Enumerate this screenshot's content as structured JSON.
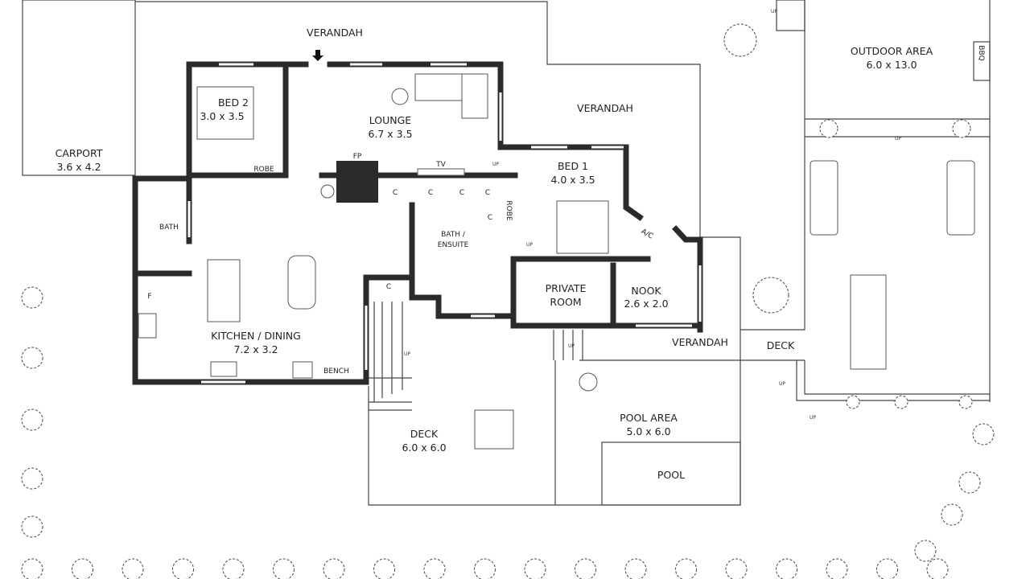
{
  "plan": {
    "rooms": {
      "carport": {
        "name": "CARPORT",
        "size": "3.6 x 4.2"
      },
      "bed2": {
        "name": "BED 2",
        "size": "3.0 x 3.5"
      },
      "lounge": {
        "name": "LOUNGE",
        "size": "6.7 x 3.5"
      },
      "bed1": {
        "name": "BED 1",
        "size": "4.0 x 3.5"
      },
      "kitchen": {
        "name": "KITCHEN / DINING",
        "size": "7.2 x 3.2"
      },
      "private": {
        "name1": "PRIVATE",
        "name2": "ROOM"
      },
      "nook": {
        "name": "NOOK",
        "size": "2.6 x 2.0"
      },
      "deck": {
        "name": "DECK",
        "size": "6.0 x 6.0"
      },
      "pool_area": {
        "name": "POOL AREA",
        "size": "5.0 x 6.0"
      },
      "outdoor": {
        "name": "OUTDOOR AREA",
        "size": "6.0 x 13.0"
      },
      "ensuite": {
        "name1": "BATH /",
        "name2": "ENSUITE"
      }
    },
    "labels": {
      "verandah_top": "VERANDAH",
      "verandah_right": "VERANDAH",
      "verandah_bottom": "VERANDAH",
      "deck_right": "DECK",
      "pool": "POOL",
      "bath": "BATH",
      "robe": "ROBE",
      "robe2": "ROBE",
      "fp": "FP",
      "tv": "TV",
      "bench": "BENCH",
      "fridge": "F",
      "ac": "A/C",
      "bbq": "BBQ",
      "cupboard": "C",
      "up": "UP"
    }
  }
}
